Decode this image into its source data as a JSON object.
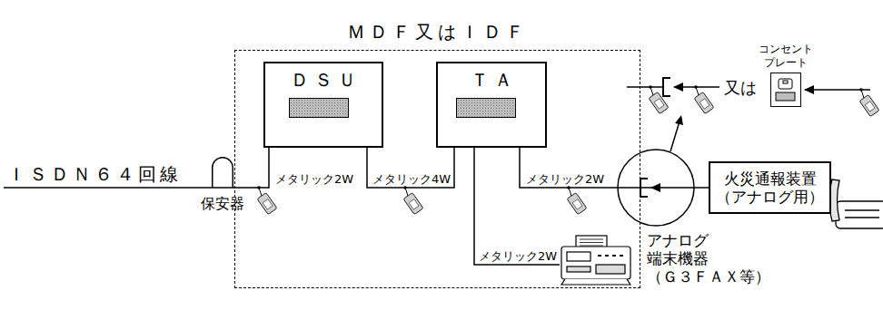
{
  "diagram": {
    "nodes": [
      {
        "text": [
          "ＭＤＦ又はＩＤＦ"
        ]
      },
      {
        "text": [
          "ＤＳＵ"
        ],
        "in": 0
      },
      {
        "text": [
          "ＴＡ"
        ],
        "in": 0
      },
      {
        "text": [
          "保安器"
        ]
      },
      {
        "text": [
          "火災通報装置 （アナログ用）"
        ]
      },
      {
        "text": [
          "アナログ 端末機器 （Ｇ３ＦＡＸ等）"
        ]
      },
      {
        "text": [
          "コンセント プレート"
        ]
      }
    ],
    "edges": [
      {
        "from": 3,
        "to": 1,
        "label": "メタリック2W",
        "arrow": "none"
      },
      {
        "from": 1,
        "to": 2,
        "label": "メタリック4W",
        "arrow": "none"
      },
      {
        "from": 2,
        "to": 4,
        "label": "メタリック2W",
        "arrow": "none"
      },
      {
        "from": 2,
        "to": 5,
        "label": "メタリック2W",
        "arrow": "none"
      }
    ],
    "labels": [
      "ＩＳＤＮ６４回線",
      "又は"
    ]
  }
}
